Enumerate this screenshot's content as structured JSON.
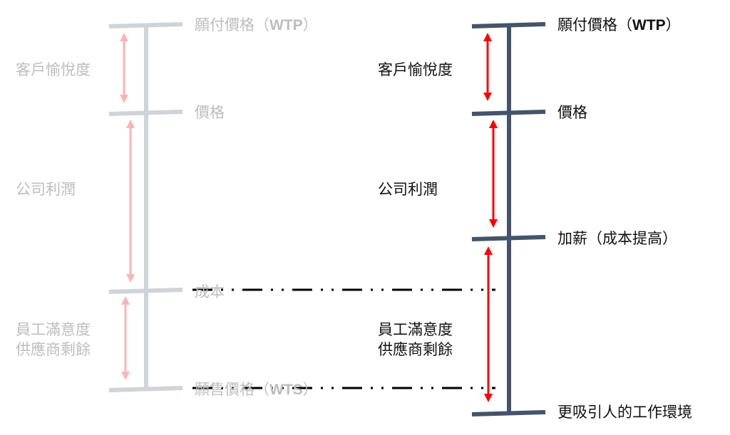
{
  "colors": {
    "faded_bar": "#d0d3d8",
    "faded_arrow": "#ffb3b3",
    "faded_text": "#bdbdbd",
    "bar": "#44546a",
    "arrow": "#ff0000",
    "dashed": "#000000"
  },
  "before": {
    "wtp_label": "願付價格（",
    "wtp_abbr": "WTP",
    "wtp_close": "）",
    "price_label": "價格",
    "cost_label": "成本",
    "wts_label": "願售價格（",
    "wts_abbr": "WTS",
    "wts_close": "）",
    "customer_delight": "客戶愉悅度",
    "company_profit": "公司利潤",
    "employee_satisfaction": "員工滿意度",
    "supplier_surplus": "供應商剩餘"
  },
  "after": {
    "wtp_label": "願付價格（",
    "wtp_abbr": "WTP",
    "wtp_close": "）",
    "price_label": "價格",
    "raise_label": "加薪（成本提高）",
    "workplace_label": "更吸引人的工作環境",
    "customer_delight": "客戶愉悅度",
    "company_profit": "公司利潤",
    "employee_satisfaction": "員工滿意度",
    "supplier_surplus": "供應商剩餘"
  }
}
